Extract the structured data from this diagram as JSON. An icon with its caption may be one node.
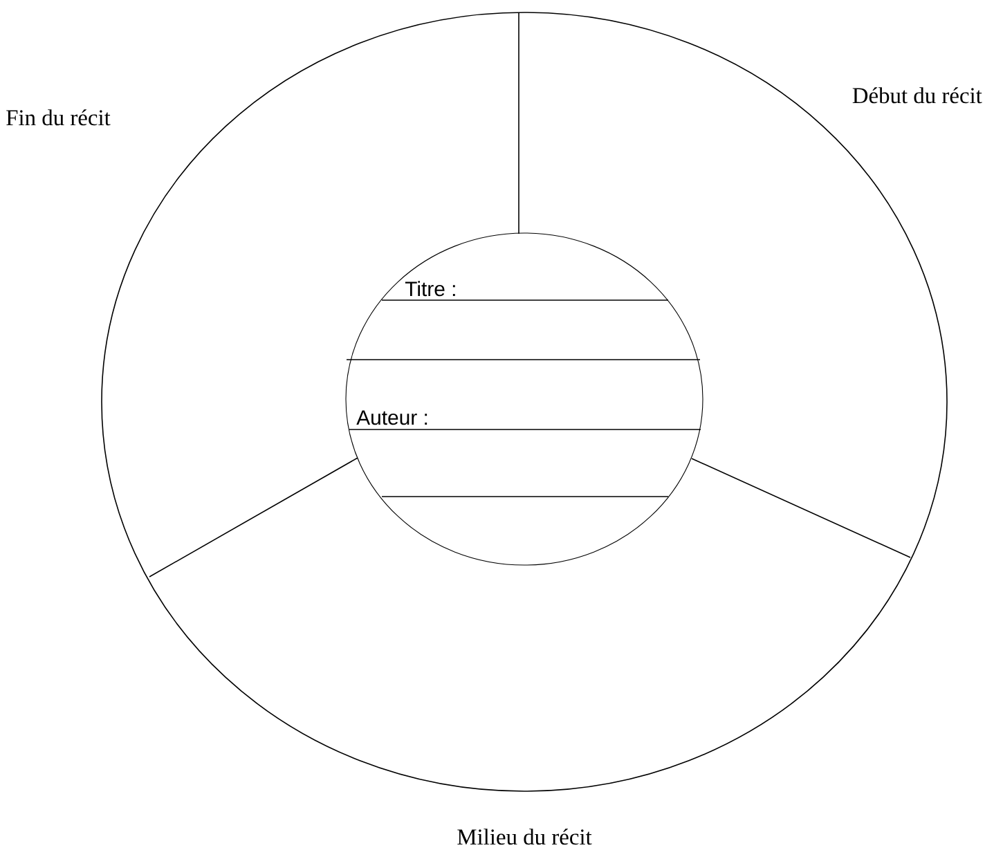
{
  "diagram": {
    "nodes": [
      {
        "text": [],
        "shape": "circle"
      },
      {
        "text": [
          "Titre :",
          "Auteur :"
        ],
        "in": 0
      }
    ],
    "labels": [
      "Début du récit",
      "Fin du récit",
      "Milieu du récit"
    ]
  }
}
